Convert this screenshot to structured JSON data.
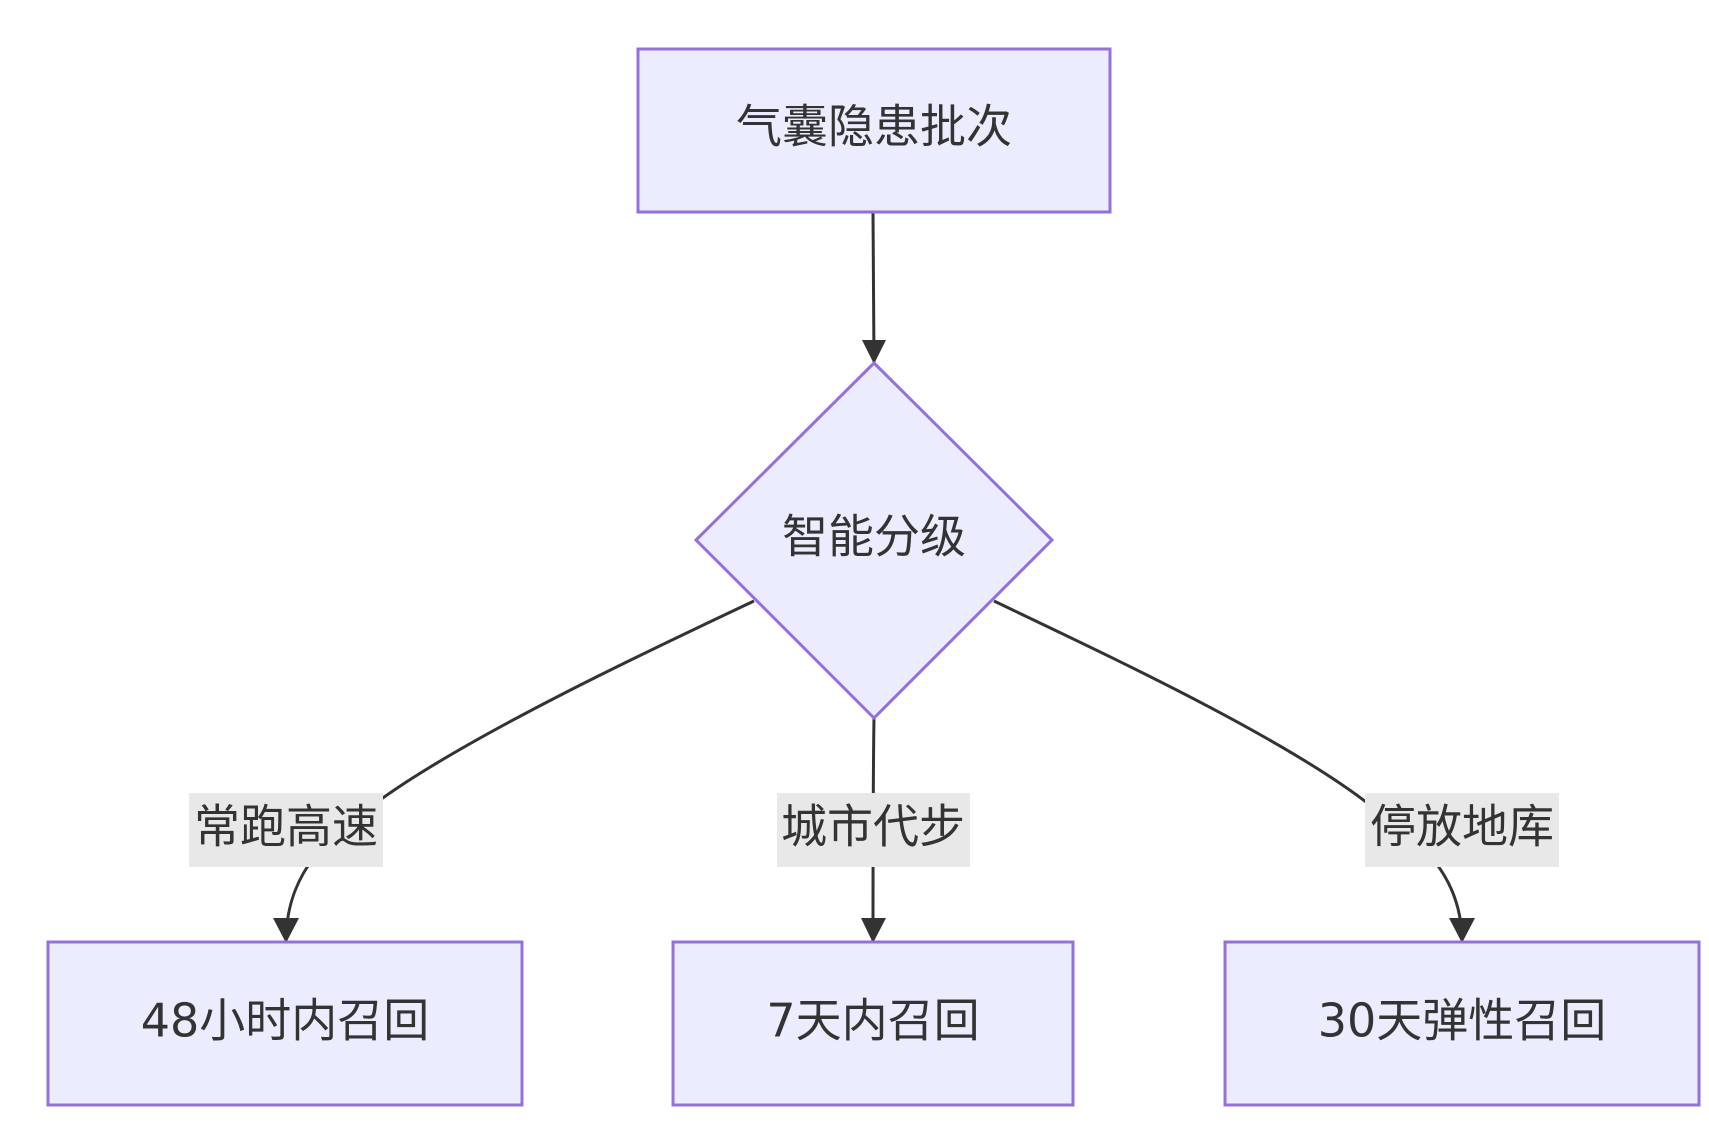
{
  "colors": {
    "node_fill": "#ECECFF",
    "node_stroke": "#9370DB",
    "edge": "#333333",
    "label_bg": "#E8E8E8",
    "text": "#333333"
  },
  "nodes": {
    "source": "气囊隐患批次",
    "decision": "智能分级",
    "target_highway": "48小时内召回",
    "target_city": "7天内召回",
    "target_garage": "30天弹性召回"
  },
  "edge_labels": {
    "highway": "常跑高速",
    "city": "城市代步",
    "garage": "停放地库"
  }
}
